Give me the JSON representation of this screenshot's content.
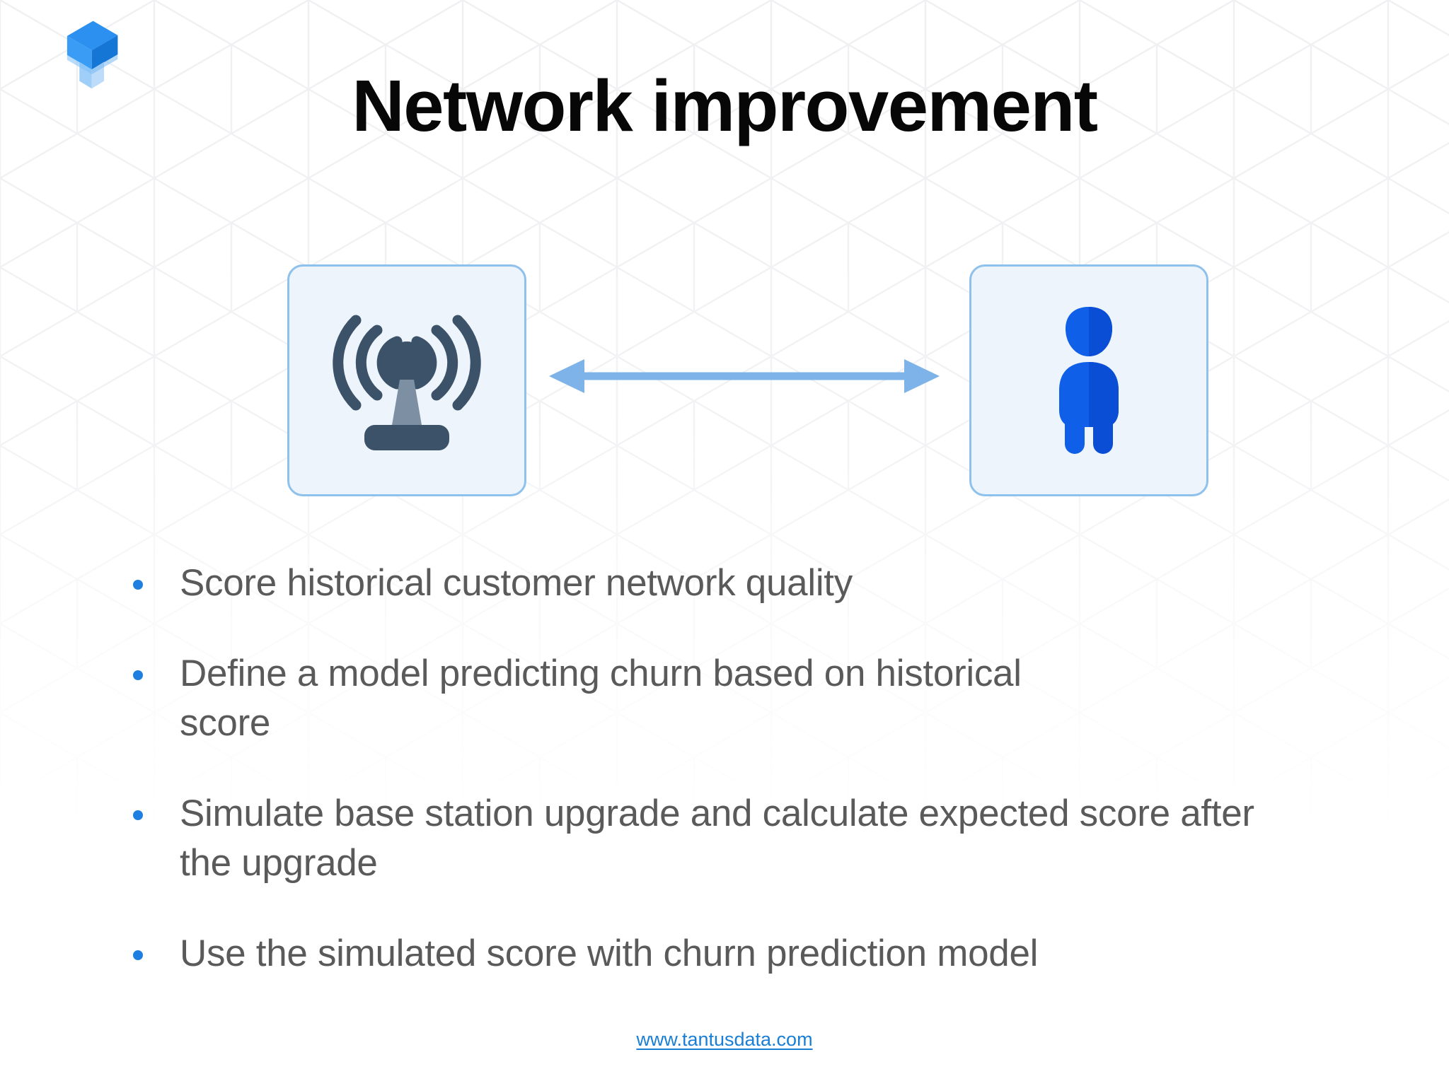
{
  "slide": {
    "title": "Network improvement",
    "background_color": "#ffffff",
    "pattern_color": "#f0f0f3"
  },
  "logo": {
    "name": "tantusdata-isometric-t-logo",
    "colors": {
      "dark": "#1576d6",
      "mid": "#2b90f0",
      "light": "#8cc4f5",
      "pale": "#bddcfa"
    }
  },
  "diagram": {
    "left_box": {
      "icon_name": "cell-tower-icon",
      "label": "",
      "fill": "#eef4fc",
      "border": "#8ec1ec",
      "icon_dark": "#3b5269",
      "icon_mast": "#7d8fa2"
    },
    "right_box": {
      "icon_name": "person-icon",
      "label": "",
      "fill": "#eef4fc",
      "border": "#8ec1ec",
      "icon_color": "#0f5fe8",
      "icon_color_dark": "#0b4ed6"
    },
    "connector": {
      "name": "double-headed-arrow",
      "color": "#7db3e8",
      "direction": "bidirectional"
    }
  },
  "bullets": [
    {
      "text": "Score historical customer network quality"
    },
    {
      "text": "Define a model predicting churn based on historical score"
    },
    {
      "text": "Simulate base station upgrade and calculate expected score after the upgrade"
    },
    {
      "text": "Use the simulated score with churn prediction model"
    }
  ],
  "footer": {
    "link_text": "www.tantusdata.com",
    "link_color": "#1a7fd4"
  },
  "colors": {
    "title": "#070707",
    "body_text": "#5a5a5a",
    "bullet_dot": "#1f7fe0",
    "accent_blue": "#1576d6"
  }
}
